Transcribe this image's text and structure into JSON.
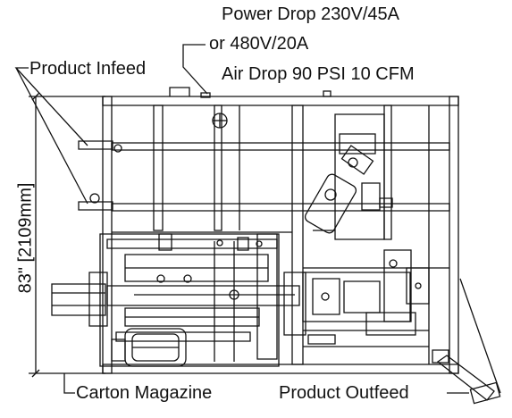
{
  "labels": {
    "power_line1": "Power Drop 230V/45A",
    "power_line2": "or 480V/20A",
    "air": "Air Drop 90 PSI 10 CFM",
    "infeed": "Product Infeed",
    "dimension": "83\" [2109mm]",
    "magazine": "Carton Magazine",
    "outfeed": "Product Outfeed"
  },
  "colors": {
    "ink": "#111111",
    "background": "#ffffff"
  }
}
